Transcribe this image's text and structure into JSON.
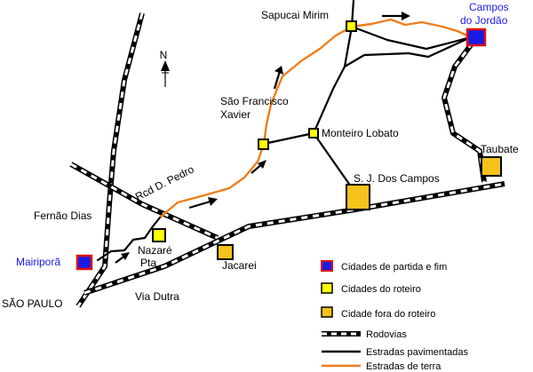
{
  "places": {
    "campos_do_jordao_1": "Campos",
    "campos_do_jordao_2": "do Jordão",
    "sapucai_mirim": "Sapucai Mirim",
    "sao_francisco_1": "São Francisco",
    "sao_francisco_2": "Xavier",
    "monteiro_lobato": "Monteiro Lobato",
    "taubate": "Taubate",
    "sjc": "S. J. Dos Campos",
    "rod_d_pedro": "Rcd D. Pedro",
    "fernao_dias": "Fernão Dias",
    "nazare_1": "Nazaré",
    "nazare_2": "Pta",
    "jacarei": "Jacarei",
    "mairipora": "Mairiporã",
    "sao_paulo": "SÃO PAULO",
    "via_dutra": "Via Dutra"
  },
  "compass": {
    "label": "N"
  },
  "legend": {
    "start_end": "Cidades de partida e fim",
    "route_cities": "Cidades do roteiro",
    "off_route": "Cidade fora do roteiro",
    "highways": "Rodovias",
    "paved": "Estradas pavimentadas",
    "dirt": "Estradas de terra"
  },
  "colors": {
    "start_end": "#1a1ae6",
    "start_end_border": "#e01010",
    "route_city": "#ffff00",
    "off_route_city": "#f7c21b",
    "dirt_road": "#f07d1a",
    "highway": "#000000"
  }
}
